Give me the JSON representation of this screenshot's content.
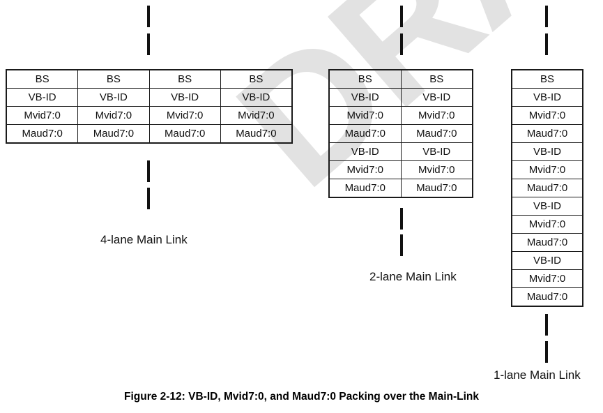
{
  "figure": {
    "caption": "Figure 2-12: VB-ID, Mvid7:0, and Maud7:0 Packing over the Main-Link",
    "watermark_text": "DRAFT",
    "watermark_color": "#e2e2e2",
    "line_color": "#1a1a1a",
    "text_color": "#111111",
    "background_color": "#ffffff"
  },
  "cell_labels": {
    "bs": "BS",
    "vbid": "VB-ID",
    "mvid": "Mvid7:0",
    "maud": "Maud7:0"
  },
  "diagrams": [
    {
      "id": "4lane",
      "label": "4-lane Main Link",
      "lanes": 4,
      "rows": [
        [
          "BS",
          "BS",
          "BS",
          "BS"
        ],
        [
          "VB-ID",
          "VB-ID",
          "VB-ID",
          "VB-ID"
        ],
        [
          "Mvid7:0",
          "Mvid7:0",
          "Mvid7:0",
          "Mvid7:0"
        ],
        [
          "Maud7:0",
          "Maud7:0",
          "Maud7:0",
          "Maud7:0"
        ]
      ],
      "dashes_above": 2,
      "dashes_below": 2
    },
    {
      "id": "2lane",
      "label": "2-lane Main Link",
      "lanes": 2,
      "rows": [
        [
          "BS",
          "BS"
        ],
        [
          "VB-ID",
          "VB-ID"
        ],
        [
          "Mvid7:0",
          "Mvid7:0"
        ],
        [
          "Maud7:0",
          "Maud7:0"
        ],
        [
          "VB-ID",
          "VB-ID"
        ],
        [
          "Mvid7:0",
          "Mvid7:0"
        ],
        [
          "Maud7:0",
          "Maud7:0"
        ]
      ],
      "dashes_above": 2,
      "dashes_below": 2
    },
    {
      "id": "1lane",
      "label": "1-lane Main Link",
      "lanes": 1,
      "rows": [
        [
          "BS"
        ],
        [
          "VB-ID"
        ],
        [
          "Mvid7:0"
        ],
        [
          "Maud7:0"
        ],
        [
          "VB-ID"
        ],
        [
          "Mvid7:0"
        ],
        [
          "Maud7:0"
        ],
        [
          "VB-ID"
        ],
        [
          "Mvid7:0"
        ],
        [
          "Maud7:0"
        ],
        [
          "VB-ID"
        ],
        [
          "Mvid7:0"
        ],
        [
          "Maud7:0"
        ]
      ],
      "dashes_above": 2,
      "dashes_below": 2
    }
  ]
}
